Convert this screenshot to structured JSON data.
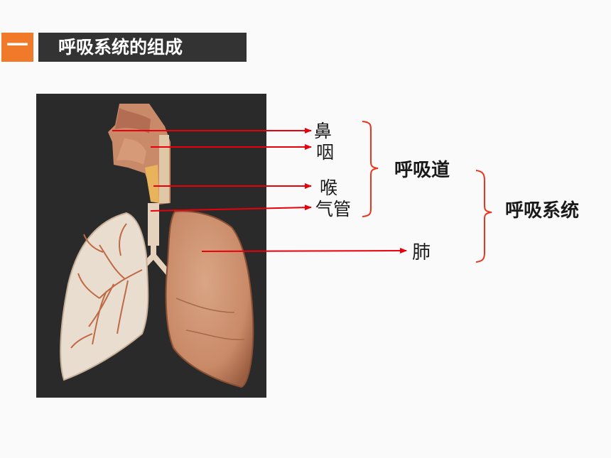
{
  "header": {
    "number": "一",
    "title": "呼吸系统的组成"
  },
  "labels": {
    "nose": "鼻",
    "pharynx": "咽",
    "larynx": "喉",
    "trachea": "气管",
    "lung": "肺",
    "airway": "呼吸道",
    "system": "呼吸系统"
  },
  "colors": {
    "accent": "#f07a2a",
    "arrow": "#e8000b",
    "title_bg": "#333333",
    "bracket": "#e8361e"
  }
}
